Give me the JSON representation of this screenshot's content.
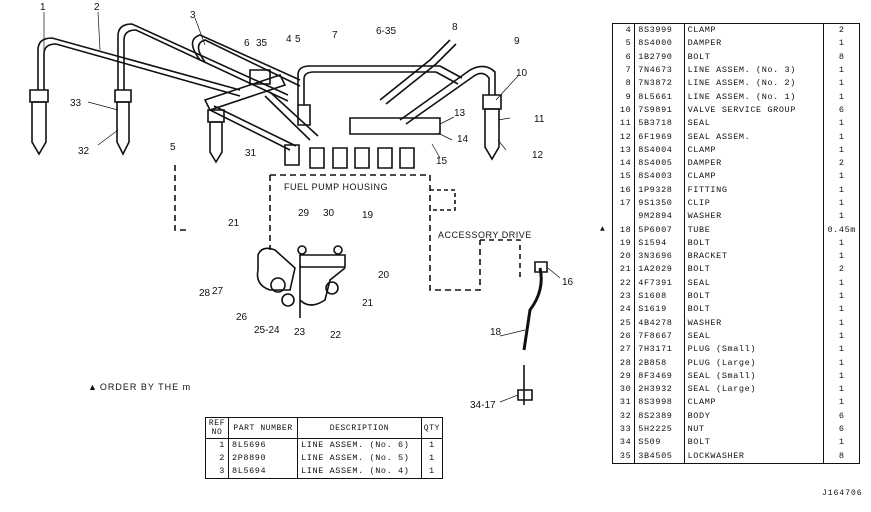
{
  "diagram": {
    "housing_labels": {
      "fuel_pump": "FUEL PUMP HOUSING",
      "accessory": "ACCESSORY DRIVE"
    },
    "callouts": [
      "1",
      "2",
      "3",
      "4",
      "5",
      "6",
      "35",
      "6-35",
      "7",
      "8",
      "9",
      "10",
      "11",
      "12",
      "13",
      "14",
      "15",
      "5",
      "31",
      "32",
      "33",
      "21",
      "29",
      "30",
      "19",
      "20",
      "28",
      "27",
      "26",
      "25-24",
      "23",
      "22",
      "21",
      "16",
      "18",
      "34-17"
    ]
  },
  "order_note": {
    "symbol": "▲",
    "text": "ORDER BY THE m"
  },
  "parts_table": {
    "rows": [
      {
        "ref": "4",
        "part": "8S3999",
        "desc": "CLAMP",
        "qty": "2",
        "mark": ""
      },
      {
        "ref": "5",
        "part": "8S4000",
        "desc": "DAMPER",
        "qty": "1",
        "mark": ""
      },
      {
        "ref": "6",
        "part": "1B2790",
        "desc": "BOLT",
        "qty": "8",
        "mark": ""
      },
      {
        "ref": "7",
        "part": "7N4673",
        "desc": "LINE ASSEM. (No. 3)",
        "qty": "1",
        "mark": ""
      },
      {
        "ref": "8",
        "part": "7N3872",
        "desc": "LINE ASSEM. (No. 2)",
        "qty": "1",
        "mark": ""
      },
      {
        "ref": "9",
        "part": "8L5661",
        "desc": "LINE ASSEM. (No. 1)",
        "qty": "1",
        "mark": ""
      },
      {
        "ref": "10",
        "part": "7S9891",
        "desc": "VALVE SERVICE GROUP",
        "qty": "6",
        "mark": ""
      },
      {
        "ref": "11",
        "part": "5B3718",
        "desc": "SEAL",
        "qty": "1",
        "mark": ""
      },
      {
        "ref": "12",
        "part": "6F1969",
        "desc": "SEAL ASSEM.",
        "qty": "1",
        "mark": ""
      },
      {
        "ref": "13",
        "part": "8S4004",
        "desc": "CLAMP",
        "qty": "1",
        "mark": ""
      },
      {
        "ref": "14",
        "part": "8S4005",
        "desc": "DAMPER",
        "qty": "2",
        "mark": ""
      },
      {
        "ref": "15",
        "part": "8S4003",
        "desc": "CLAMP",
        "qty": "1",
        "mark": ""
      },
      {
        "ref": "16",
        "part": "1P9328",
        "desc": "FITTING",
        "qty": "1",
        "mark": ""
      },
      {
        "ref": "17",
        "part": "9S1350",
        "desc": "CLIP",
        "qty": "1",
        "mark": ""
      },
      {
        "ref": "",
        "part": "9M2894",
        "desc": "WASHER",
        "qty": "1",
        "mark": ""
      },
      {
        "ref": "18",
        "part": "5P6007",
        "desc": "TUBE",
        "qty": "0.45m",
        "mark": "▲"
      },
      {
        "ref": "19",
        "part": "S1594",
        "desc": "BOLT",
        "qty": "1",
        "mark": ""
      },
      {
        "ref": "20",
        "part": "3N3696",
        "desc": "BRACKET",
        "qty": "1",
        "mark": ""
      },
      {
        "ref": "21",
        "part": "1A2029",
        "desc": "BOLT",
        "qty": "2",
        "mark": ""
      },
      {
        "ref": "22",
        "part": "4F7391",
        "desc": "SEAL",
        "qty": "1",
        "mark": ""
      },
      {
        "ref": "23",
        "part": "S1608",
        "desc": "BOLT",
        "qty": "1",
        "mark": ""
      },
      {
        "ref": "24",
        "part": "S1619",
        "desc": "BOLT",
        "qty": "1",
        "mark": ""
      },
      {
        "ref": "25",
        "part": "4B4278",
        "desc": "WASHER",
        "qty": "1",
        "mark": ""
      },
      {
        "ref": "26",
        "part": "7F8667",
        "desc": "SEAL",
        "qty": "1",
        "mark": ""
      },
      {
        "ref": "27",
        "part": "7H3171",
        "desc": "PLUG (Small)",
        "qty": "1",
        "mark": ""
      },
      {
        "ref": "28",
        "part": "2B858",
        "desc": "PLUG (Large)",
        "qty": "1",
        "mark": ""
      },
      {
        "ref": "29",
        "part": "8F3469",
        "desc": "SEAL (Small)",
        "qty": "1",
        "mark": ""
      },
      {
        "ref": "30",
        "part": "2H3932",
        "desc": "SEAL (Large)",
        "qty": "1",
        "mark": ""
      },
      {
        "ref": "31",
        "part": "8S3998",
        "desc": "CLAMP",
        "qty": "1",
        "mark": ""
      },
      {
        "ref": "32",
        "part": "8S2389",
        "desc": "BODY",
        "qty": "6",
        "mark": ""
      },
      {
        "ref": "33",
        "part": "5H2225",
        "desc": "NUT",
        "qty": "6",
        "mark": ""
      },
      {
        "ref": "34",
        "part": "S509",
        "desc": "BOLT",
        "qty": "1",
        "mark": ""
      },
      {
        "ref": "35",
        "part": "3B4505",
        "desc": "LOCKWASHER",
        "qty": "8",
        "mark": ""
      }
    ]
  },
  "bottom_table": {
    "headers": {
      "ref": "REF NO",
      "part": "PART NUMBER",
      "desc": "DESCRIPTION",
      "qty": "QTY"
    },
    "rows": [
      {
        "ref": "1",
        "part": "8L5696",
        "desc": "LINE ASSEM. (No. 6)",
        "qty": "1"
      },
      {
        "ref": "2",
        "part": "2P8890",
        "desc": "LINE ASSEM. (No. 5)",
        "qty": "1"
      },
      {
        "ref": "3",
        "part": "8L5694",
        "desc": "LINE ASSEM. (No. 4)",
        "qty": "1"
      }
    ]
  },
  "drawing_number": "J164706"
}
